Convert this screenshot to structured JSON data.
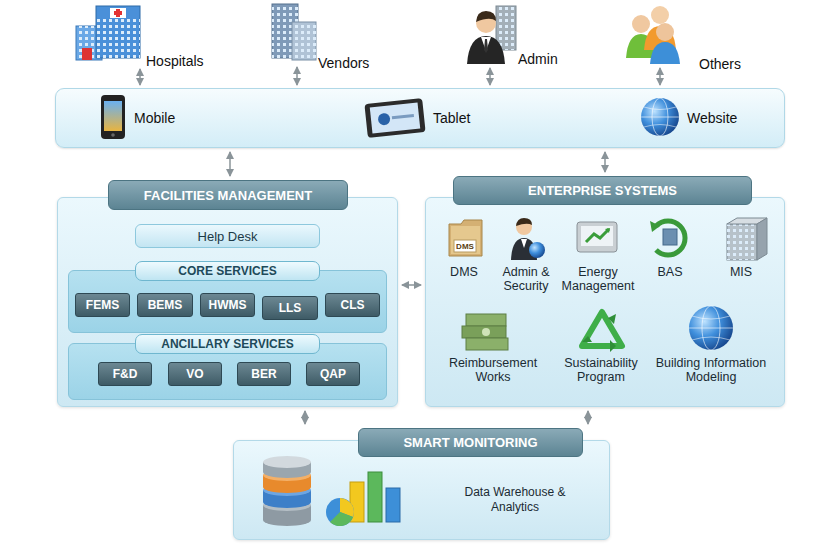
{
  "diagram": {
    "nodes": [
      {
        "text": [
          "Mobile",
          "Tablet",
          "Website"
        ]
      },
      {
        "text": [
          "FACILITIES MANAGEMENT"
        ]
      },
      {
        "text": [
          "Help Desk"
        ],
        "in": 1
      },
      {
        "text": [
          "CORE SERVICES"
        ],
        "in": 1
      },
      {
        "text": [
          "FEMS"
        ],
        "in": 3
      },
      {
        "text": [
          "BEMS"
        ],
        "in": 3
      },
      {
        "text": [
          "HWMS"
        ],
        "in": 3
      },
      {
        "text": [
          "LLS"
        ],
        "in": 3
      },
      {
        "text": [
          "CLS"
        ],
        "in": 3
      },
      {
        "text": [
          "ANCILLARY SERVICES"
        ],
        "in": 1
      },
      {
        "text": [
          "F&D"
        ],
        "in": 9
      },
      {
        "text": [
          "VO"
        ],
        "in": 9
      },
      {
        "text": [
          "BER"
        ],
        "in": 9
      },
      {
        "text": [
          "QAP"
        ],
        "in": 9
      },
      {
        "text": [
          "ENTERPRISE SYSTEMS"
        ]
      },
      {
        "text": [
          "SMART MONITORING",
          "Data Warehouse & Analytics"
        ]
      }
    ],
    "edges": [
      {
        "from": 0,
        "to": 1,
        "arrow": "both"
      },
      {
        "from": 0,
        "to": 14,
        "arrow": "both"
      },
      {
        "from": 1,
        "to": 14,
        "arrow": "both"
      },
      {
        "from": 1,
        "to": 15,
        "arrow": "both"
      },
      {
        "from": 14,
        "to": 15,
        "arrow": "both"
      }
    ],
    "labels": [
      "Hospitals",
      "Vendors",
      "Admin",
      "Others",
      "DMS",
      "DMS",
      "Admin & Security",
      "Energy Management",
      "BAS",
      "MIS",
      "Reimbursement Works",
      "Sustainability Program",
      "Building Information Modeling"
    ]
  }
}
